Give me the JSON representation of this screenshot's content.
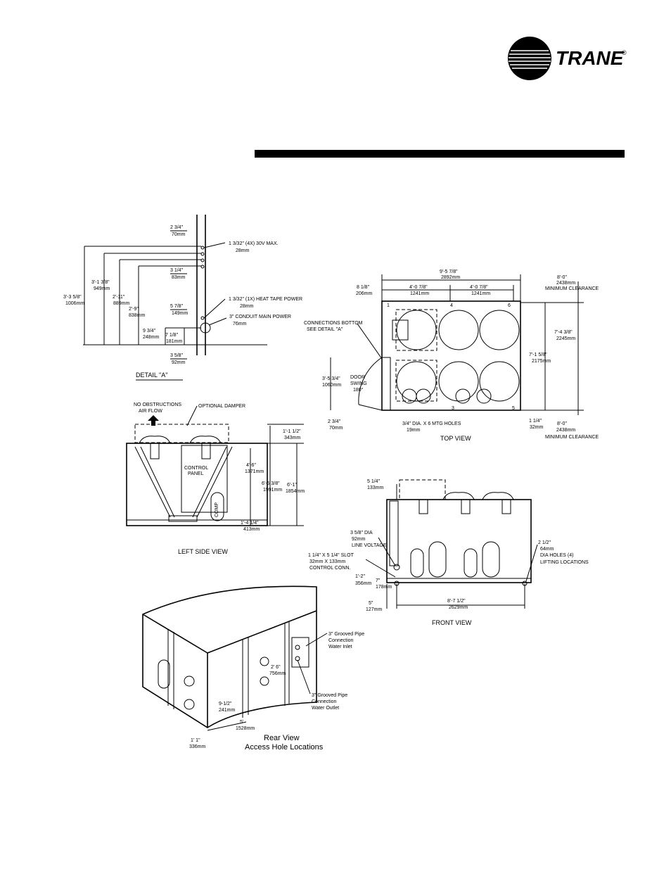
{
  "logo": {
    "brand": "TRANE",
    "registered": "®"
  },
  "detail_a": {
    "caption": "DETAIL \"A\"",
    "dims": [
      {
        "imp": "2 3/4\"",
        "mm": "70mm"
      },
      {
        "imp": "1 3/32\" (4X) 30V MAX.",
        "mm": "28mm"
      },
      {
        "imp": "3 1/4\"",
        "mm": "83mm"
      },
      {
        "imp": "1 3/32\" (1X) HEAT TAPE POWER",
        "mm": "28mm"
      },
      {
        "imp": "5 7/8\"",
        "mm": "149mm"
      },
      {
        "imp": "3\" CONDUIT MAIN POWER",
        "mm": "76mm"
      },
      {
        "imp": "9 3/4\"",
        "mm": "248mm"
      },
      {
        "imp": "7 1/8\"",
        "mm": "181mm"
      },
      {
        "imp": "3 5/8\"",
        "mm": "92mm"
      },
      {
        "imp": "3'-1 3/8\"",
        "mm": "949mm"
      },
      {
        "imp": "2'-11\"",
        "mm": "889mm"
      },
      {
        "imp": "2'-9\"",
        "mm": "838mm"
      },
      {
        "imp": "3'-3 5/8\"",
        "mm": "1006mm"
      }
    ]
  },
  "top_view": {
    "caption": "TOP VIEW",
    "connections_note": [
      "CONNECTIONS BOTTOM",
      "SEE DETAIL \"A\""
    ],
    "door": [
      "DOOR",
      "SWING",
      "180°"
    ],
    "holes_note": "3/4\" DIA. X 6 MTG HOLES",
    "holes_mm": "19mm",
    "markers": [
      "1",
      "4",
      "6",
      "3",
      "5"
    ],
    "dims": [
      {
        "imp": "9'-5 7/8\"",
        "mm": "2892mm"
      },
      {
        "imp": "8 1/8\"",
        "mm": "206mm"
      },
      {
        "imp": "4'-0 7/8\"",
        "mm": "1241mm"
      },
      {
        "imp": "4'-0 7/8\"",
        "mm": "1241mm"
      },
      {
        "imp": "8'-0\"",
        "mm": "2438mm",
        "note": "MINIMUM CLEARANCE"
      },
      {
        "imp": "7'-4 3/8\"",
        "mm": "2245mm"
      },
      {
        "imp": "7'-1 5/8\"",
        "mm": "2175mm"
      },
      {
        "imp": "3'-5 3/4\"",
        "mm": "1060mm"
      },
      {
        "imp": "2 3/4\"",
        "mm": "70mm"
      },
      {
        "imp": "1 1/4\"",
        "mm": "32mm"
      },
      {
        "imp": "8'-0\"",
        "mm": "2438mm",
        "note": "MINIMUM CLEARANCE"
      }
    ]
  },
  "left_side_view": {
    "caption": "LEFT SIDE VIEW",
    "notes": [
      "NO OBSTRUCTIONS",
      "AIR FLOW",
      "OPTIONAL DAMPER",
      "CONTROL",
      "PANEL",
      "COMP"
    ],
    "dims": [
      {
        "imp": "1'-1 1/2\"",
        "mm": "343mm"
      },
      {
        "imp": "4'-6\"",
        "mm": "1371mm"
      },
      {
        "imp": "6'-6 3/8\"",
        "mm": "1991mm"
      },
      {
        "imp": "6'-1\"",
        "mm": "1854mm"
      },
      {
        "imp": "1'-4 1/4\"",
        "mm": "413mm"
      }
    ]
  },
  "front_view": {
    "caption": "FRONT VIEW",
    "dims": [
      {
        "imp": "5 1/4\"",
        "mm": "133mm"
      },
      {
        "imp": "3 5/8\" DIA",
        "mm": "92mm",
        "note": "LINE VOLTAGE"
      },
      {
        "imp": "1 1/4\" X 5 1/4\" SLOT",
        "mm": "32mm X 133mm",
        "note": "CONTROL CONN."
      },
      {
        "imp": "1'-2\"",
        "mm": "356mm"
      },
      {
        "imp": "7\"",
        "mm": "178mm"
      },
      {
        "imp": "5\"",
        "mm": "127mm"
      },
      {
        "imp": "8'-7 1/2\"",
        "mm": "2629mm"
      },
      {
        "imp": "2 1/2\"",
        "mm": "64mm",
        "note": "DIA HOLES (4)"
      }
    ],
    "lifting": "LIFTING LOCATIONS"
  },
  "rear_view": {
    "caption": [
      "Rear View",
      "Access Hole Locations"
    ],
    "inlet": [
      "3\" Grooved Pipe",
      "Connection",
      "Water Inlet"
    ],
    "outlet": [
      "3\" Grooved Pipe",
      "Connection",
      "Water Outlet"
    ],
    "dims": [
      {
        "imp": "2' 6\"",
        "mm": "756mm"
      },
      {
        "imp": "9-1/2\"",
        "mm": "241mm"
      },
      {
        "imp": "5'",
        "mm": "1528mm"
      },
      {
        "imp": "1' 1\"",
        "mm": "336mm"
      }
    ]
  }
}
